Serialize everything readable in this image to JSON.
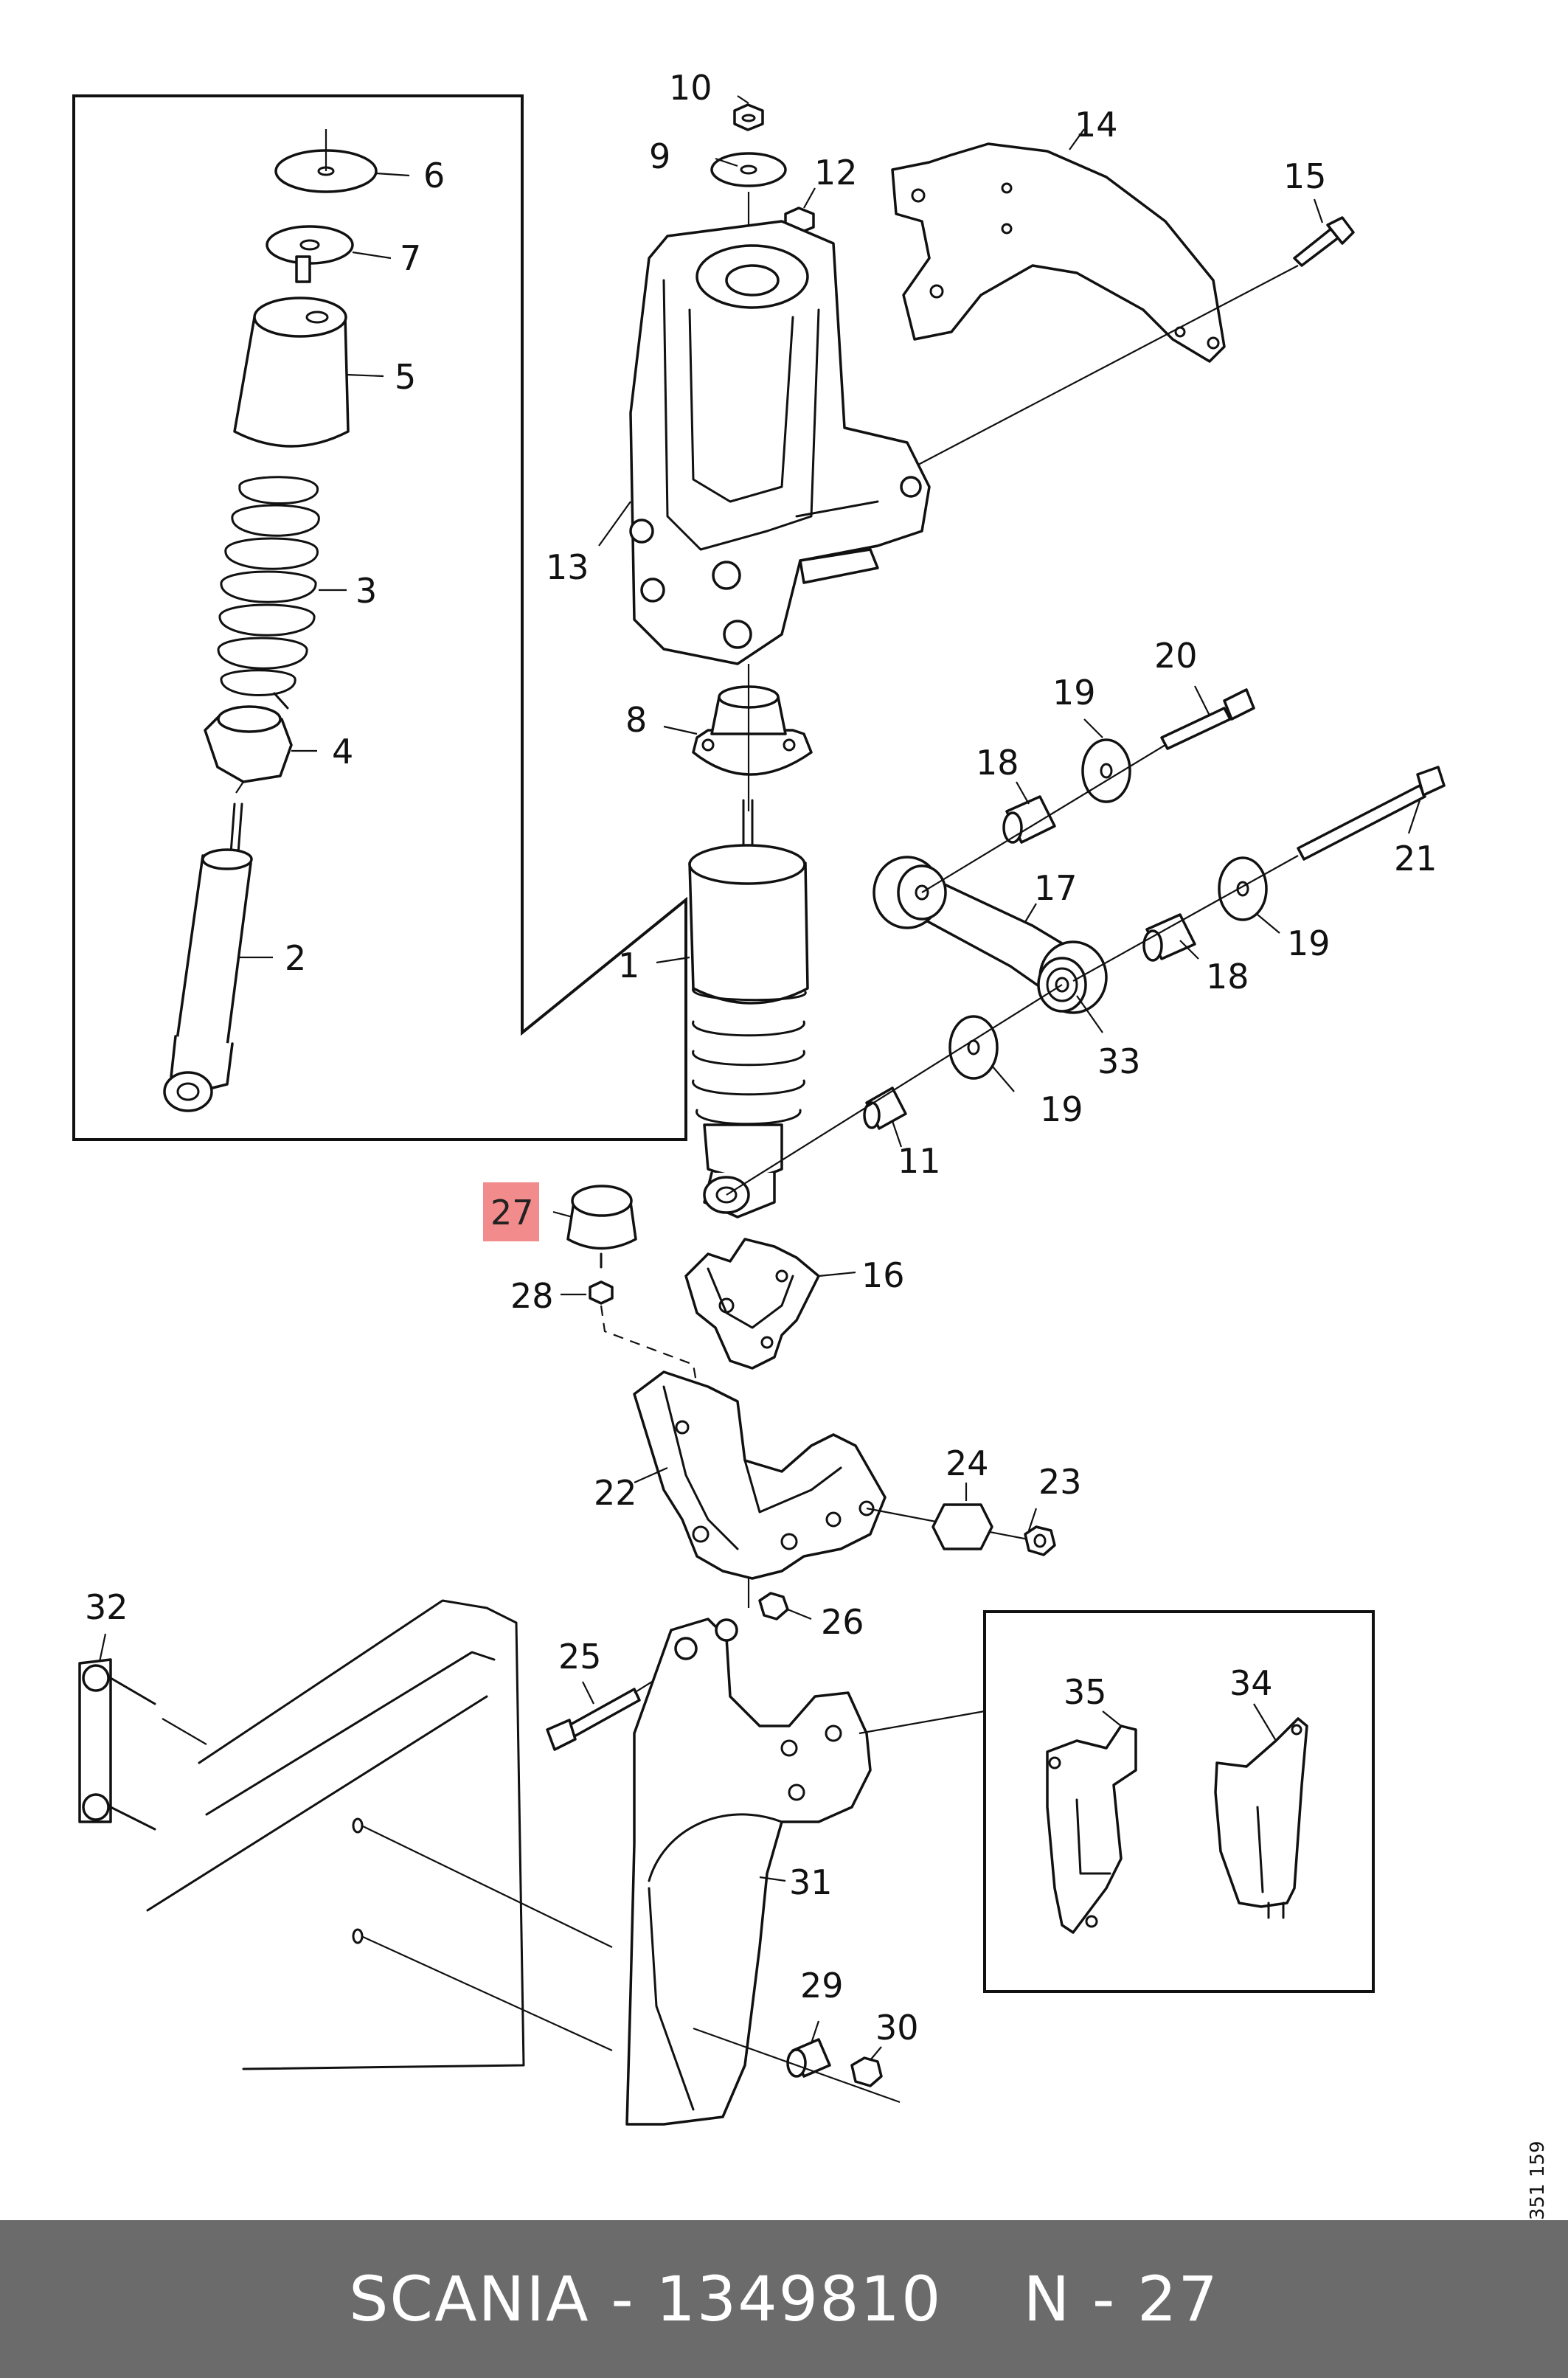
{
  "footer": {
    "brand_part": "SCANIA - 1349810",
    "position": "N - 27"
  },
  "drawing_number": "351 159",
  "highlight_color": "#f28b8b",
  "footer_color": "#6b6b6b",
  "callouts": {
    "c1": "1",
    "c2": "2",
    "c3": "3",
    "c4": "4",
    "c5": "5",
    "c6": "6",
    "c7": "7",
    "c8": "8",
    "c9": "9",
    "c10": "10",
    "c11": "11",
    "c12": "12",
    "c13": "13",
    "c14": "14",
    "c15": "15",
    "c16": "16",
    "c17": "17",
    "c18a": "18",
    "c18b": "18",
    "c19a": "19",
    "c19b": "19",
    "c19c": "19",
    "c20": "20",
    "c21": "21",
    "c22": "22",
    "c23": "23",
    "c24": "24",
    "c25": "25",
    "c26": "26",
    "c27": "27",
    "c28": "28",
    "c29": "29",
    "c30": "30",
    "c31": "31",
    "c32": "32",
    "c33": "33",
    "c34": "34",
    "c35": "35"
  }
}
